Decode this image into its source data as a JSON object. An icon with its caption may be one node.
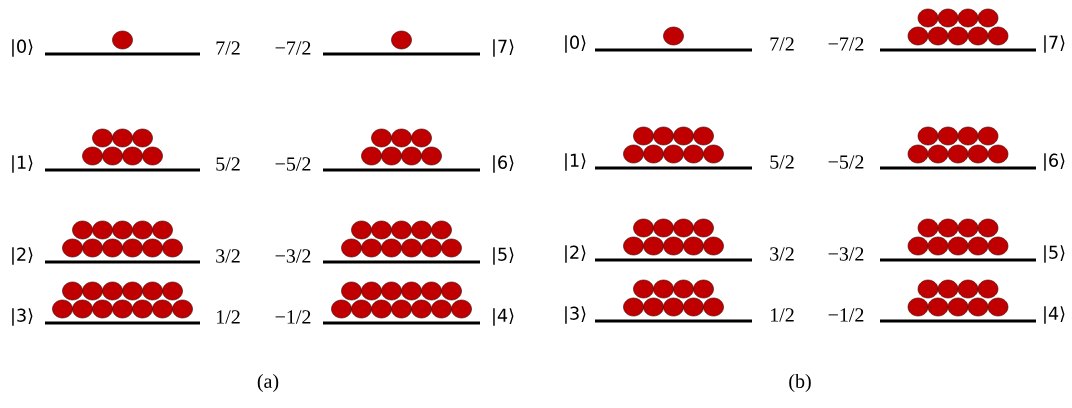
{
  "diagram": {
    "labels": [
      "|0⟩",
      "7/2",
      "−7/2",
      "|7⟩",
      "|1⟩",
      "5/2",
      "−5/2",
      "|6⟩",
      "|2⟩",
      "3/2",
      "−3/2",
      "|5⟩",
      "|3⟩",
      "1/2",
      "−1/2",
      "|4⟩",
      "|0⟩",
      "7/2",
      "−7/2",
      "|7⟩",
      "|1⟩",
      "5/2",
      "−5/2",
      "|6⟩",
      "|2⟩",
      "3/2",
      "−3/2",
      "|5⟩",
      "|3⟩",
      "1/2",
      "−1/2",
      "|4⟩",
      "(a)",
      "(b)"
    ]
  }
}
